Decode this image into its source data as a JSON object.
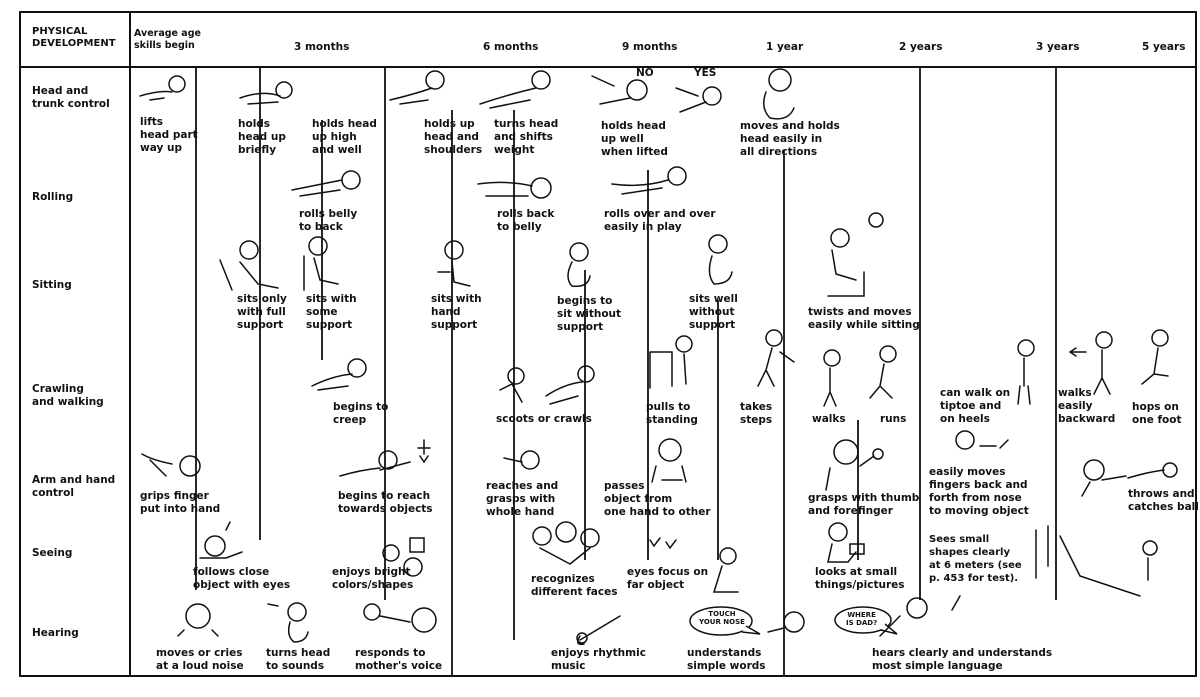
{
  "header": {
    "section_title": "PHYSICAL\nDEVELOPMENT",
    "timeline_caption": "Average age\nskills begin",
    "ages": [
      "3 months",
      "6 months",
      "9 months",
      "1 year",
      "2 years",
      "3 years",
      "5 years"
    ]
  },
  "rows": [
    "Head and\ntrunk control",
    "Rolling",
    "Sitting",
    "Crawling\nand walking",
    "Arm and hand\ncontrol",
    "Seeing",
    "Hearing"
  ],
  "milestones": {
    "head": [
      "lifts\nhead part\nway up",
      "holds\nhead up\nbriefly",
      "holds head\nup high\nand well",
      "holds up\nhead and\nshoulders",
      "turns head\nand shifts\nweight",
      "holds head\nup well\nwhen lifted",
      "moves and holds\nhead easily in\nall directions"
    ],
    "head_marks": [
      "NO",
      "YES"
    ],
    "rolling": [
      "rolls belly\nto back",
      "rolls back\nto belly",
      "rolls over and over\neasily in play"
    ],
    "sitting": [
      "sits only\nwith full\nsupport",
      "sits with\nsome\nsupport",
      "sits with\nhand\nsupport",
      "begins to\nsit without\nsupport",
      "sits well\nwithout\nsupport",
      "twists and moves\neasily while sitting"
    ],
    "crawling": [
      "begins to\ncreep",
      "scoots or crawls",
      "pulls to\nstanding",
      "takes\nsteps",
      "walks",
      "runs",
      "can walk on\ntiptoe and\non heels",
      "walks\neasily\nbackward",
      "hops on\none foot"
    ],
    "arm": [
      "grips finger\nput into hand",
      "begins to reach\ntowards objects",
      "reaches and\ngrasps with\nwhole hand",
      "passes\nobject from\none hand to other",
      "grasps with thumb\nand forefinger",
      "easily moves\nfingers back and\nforth from nose\nto moving object",
      "throws and\ncatches ball"
    ],
    "seeing": [
      "follows close\nobject with eyes",
      "enjoys bright\ncolors/shapes",
      "recognizes\ndifferent faces",
      "eyes focus on\nfar object",
      "looks at small\nthings/pictures",
      "Sees small\nshapes clearly\nat 6 meters (see\np. 453 for test)."
    ],
    "hearing": [
      "moves or cries\nat a loud noise",
      "turns head\nto sounds",
      "responds to\nmother's voice",
      "enjoys rhythmic\nmusic",
      "understands\nsimple words",
      "hears clearly and understands\nmost simple language"
    ],
    "speech_bubbles": [
      "TOUCH\nYOUR NOSE",
      "WHERE\nIS DAD?"
    ]
  }
}
